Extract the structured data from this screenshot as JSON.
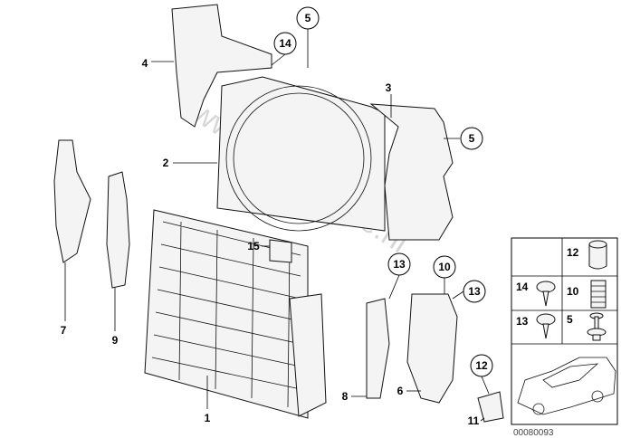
{
  "watermark": "www.BMWstore.nl",
  "catalog_code": "00080093",
  "callouts": {
    "c1": "1",
    "c2": "2",
    "c3": "3",
    "c4": "4",
    "c5a": "5",
    "c5b": "5",
    "c6": "6",
    "c7": "7",
    "c8": "8",
    "c9": "9",
    "c10": "10",
    "c11": "11",
    "c12": "12",
    "c13a": "13",
    "c13b": "13",
    "c14": "14",
    "c15": "15"
  },
  "legend": {
    "l12": "12",
    "l14": "14",
    "l10": "10",
    "l13": "13",
    "l5": "5"
  }
}
